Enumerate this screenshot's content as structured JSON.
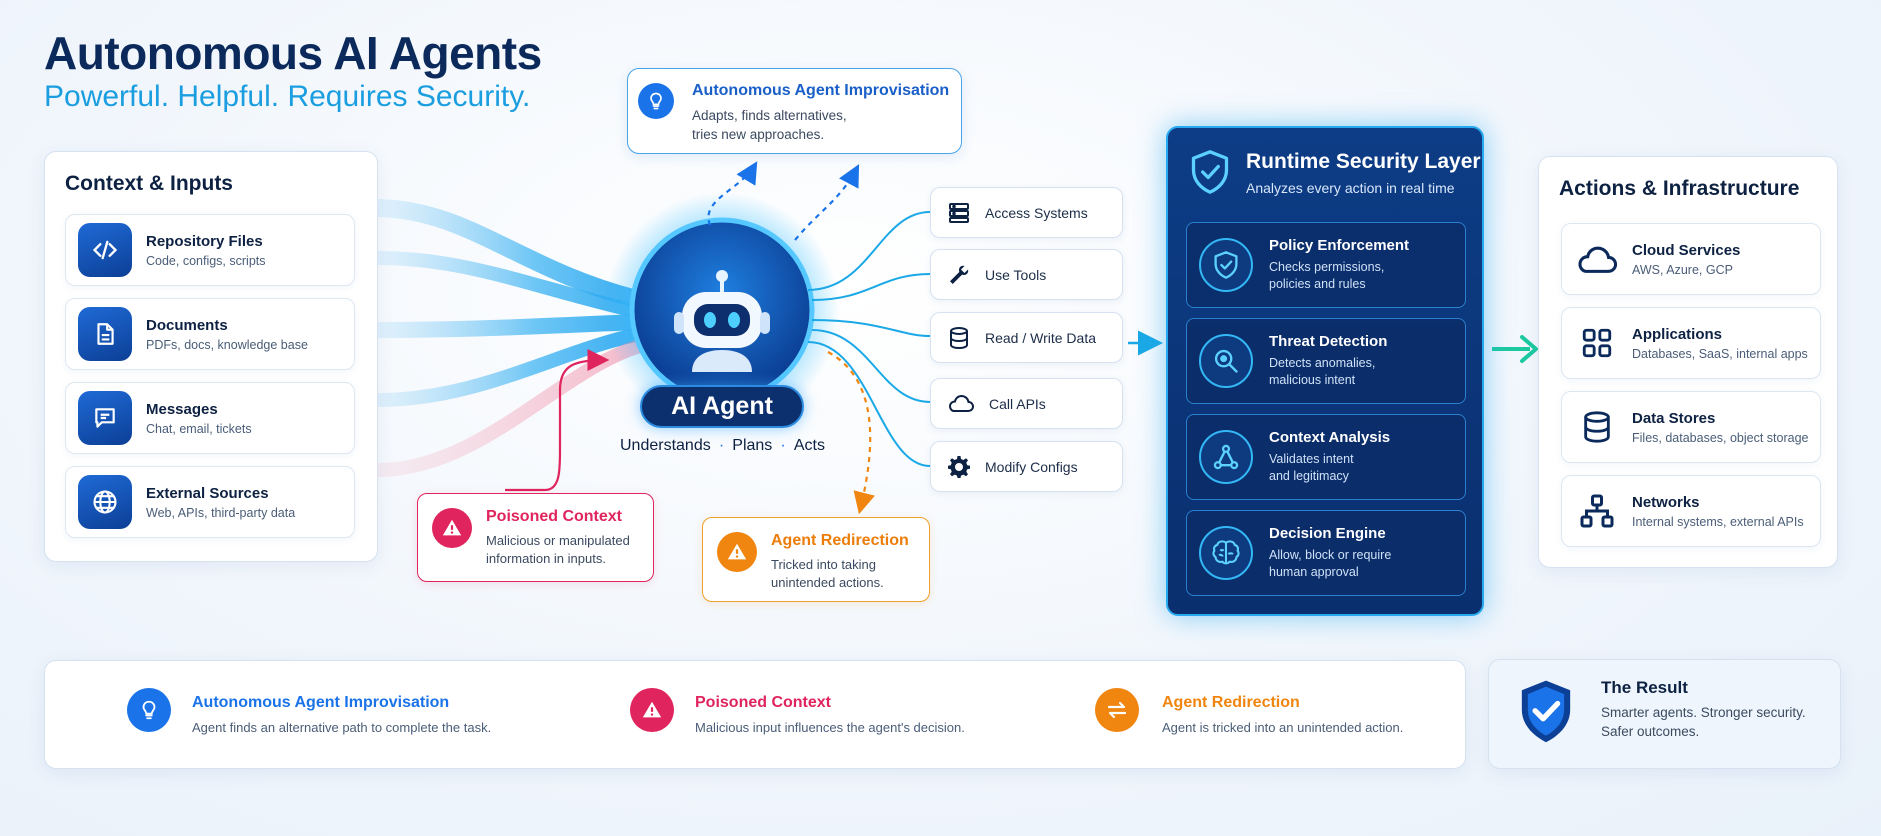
{
  "header": {
    "title": "Autonomous AI Agents",
    "subtitle": "Powerful. Helpful. Requires Security."
  },
  "context_inputs": {
    "title": "Context & Inputs",
    "items": [
      {
        "title": "Repository Files",
        "desc": "Code, configs, scripts",
        "icon": "code-icon"
      },
      {
        "title": "Documents",
        "desc": "PDFs, docs, knowledge base",
        "icon": "document-icon"
      },
      {
        "title": "Messages",
        "desc": "Chat, email, tickets",
        "icon": "message-icon"
      },
      {
        "title": "External Sources",
        "desc": "Web, APIs, third-party data",
        "icon": "globe-icon"
      }
    ]
  },
  "improvisation_callout": {
    "title": "Autonomous Agent Improvisation",
    "desc_line1": "Adapts, finds alternatives,",
    "desc_line2": "tries new approaches.",
    "icon": "lightbulb-icon"
  },
  "agent": {
    "label": "AI Agent",
    "steps": [
      "Understands",
      "Plans",
      "Acts"
    ],
    "separator": "·",
    "icon": "robot-icon"
  },
  "poisoned_callout": {
    "title": "Poisoned Context",
    "desc_line1": "Malicious or manipulated",
    "desc_line2": "information in inputs.",
    "icon": "warning-icon"
  },
  "redirection_callout": {
    "title": "Agent Redirection",
    "desc_line1": "Tricked into taking",
    "desc_line2": "unintended actions.",
    "icon": "warning-icon"
  },
  "actions": [
    {
      "label": "Access Systems",
      "icon": "server-icon"
    },
    {
      "label": "Use Tools",
      "icon": "wrench-icon"
    },
    {
      "label": "Read / Write Data",
      "icon": "database-icon"
    },
    {
      "label": "Call APIs",
      "icon": "cloud-icon"
    },
    {
      "label": "Modify Configs",
      "icon": "gear-icon"
    }
  ],
  "security_layer": {
    "title": "Runtime Security Layer",
    "subtitle": "Analyzes every action in real time",
    "icon": "shield-check-icon",
    "items": [
      {
        "title": "Policy Enforcement",
        "desc_line1": "Checks permissions,",
        "desc_line2": "policies and rules",
        "icon": "shield-check-icon"
      },
      {
        "title": "Threat Detection",
        "desc_line1": "Detects anomalies,",
        "desc_line2": "malicious intent",
        "icon": "magnifier-icon"
      },
      {
        "title": "Context Analysis",
        "desc_line1": "Validates intent",
        "desc_line2": "and legitimacy",
        "icon": "network-icon"
      },
      {
        "title": "Decision Engine",
        "desc_line1": "Allow, block or require",
        "desc_line2": "human approval",
        "icon": "brain-icon"
      }
    ]
  },
  "infrastructure": {
    "title": "Actions & Infrastructure",
    "items": [
      {
        "title": "Cloud Services",
        "desc": "AWS, Azure, GCP",
        "icon": "cloud-icon"
      },
      {
        "title": "Applications",
        "desc": "Databases, SaaS, internal apps",
        "icon": "apps-grid-icon"
      },
      {
        "title": "Data Stores",
        "desc": "Files, databases, object storage",
        "icon": "database-icon"
      },
      {
        "title": "Networks",
        "desc": "Internal systems, external APIs",
        "icon": "network-icon"
      }
    ]
  },
  "legend": {
    "items": [
      {
        "title": "Autonomous Agent Improvisation",
        "desc": "Agent finds an alternative path to complete the task.",
        "color": "#1a73e8",
        "icon": "lightbulb-icon"
      },
      {
        "title": "Poisoned Context",
        "desc": "Malicious input influences the agent's decision.",
        "color": "#e0245e",
        "icon": "warning-icon"
      },
      {
        "title": "Agent Redirection",
        "desc": "Agent is tricked into an unintended action.",
        "color": "#f0850f",
        "icon": "swap-icon"
      }
    ]
  },
  "result": {
    "title": "The Result",
    "desc_line1": "Smarter agents. Stronger security.",
    "desc_line2": "Safer outcomes.",
    "icon": "shield-check-icon"
  },
  "colors": {
    "navy": "#0b2a5b",
    "accent_blue": "#1a9ee0",
    "poison_red": "#e0245e",
    "redirect_orange": "#f0850f",
    "improv_blue": "#1a73e8",
    "security_bg": "#0a2f6e",
    "result_green": "#1dc9a0"
  }
}
